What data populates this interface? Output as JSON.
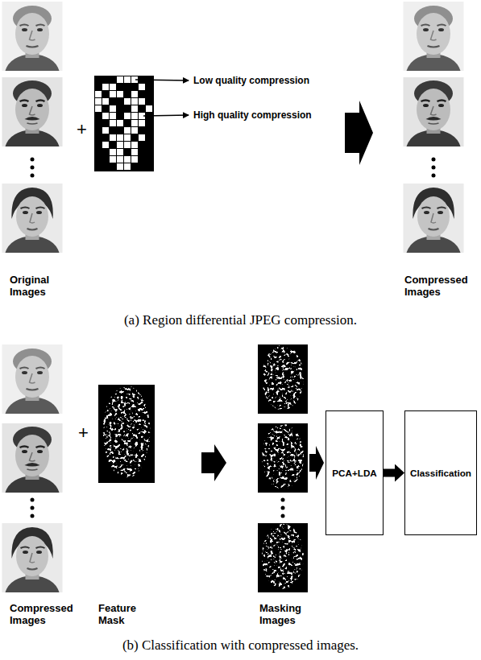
{
  "diagram": {
    "nodes": [
      {
        "text": [
          "PCA+LDA"
        ]
      },
      {
        "text": [
          "Classification"
        ]
      }
    ],
    "edges": [
      {
        "from": 0,
        "to": 1,
        "arrow": "to"
      }
    ],
    "labels": [
      "Original Images",
      "+",
      "Low quality compression",
      "High quality compression",
      "Compressed Images",
      "(a) Region differential JPEG compression.",
      "Compressed Images",
      "+",
      "Feature Mask",
      "Masking Images",
      "(b) Classification with compressed images."
    ]
  }
}
